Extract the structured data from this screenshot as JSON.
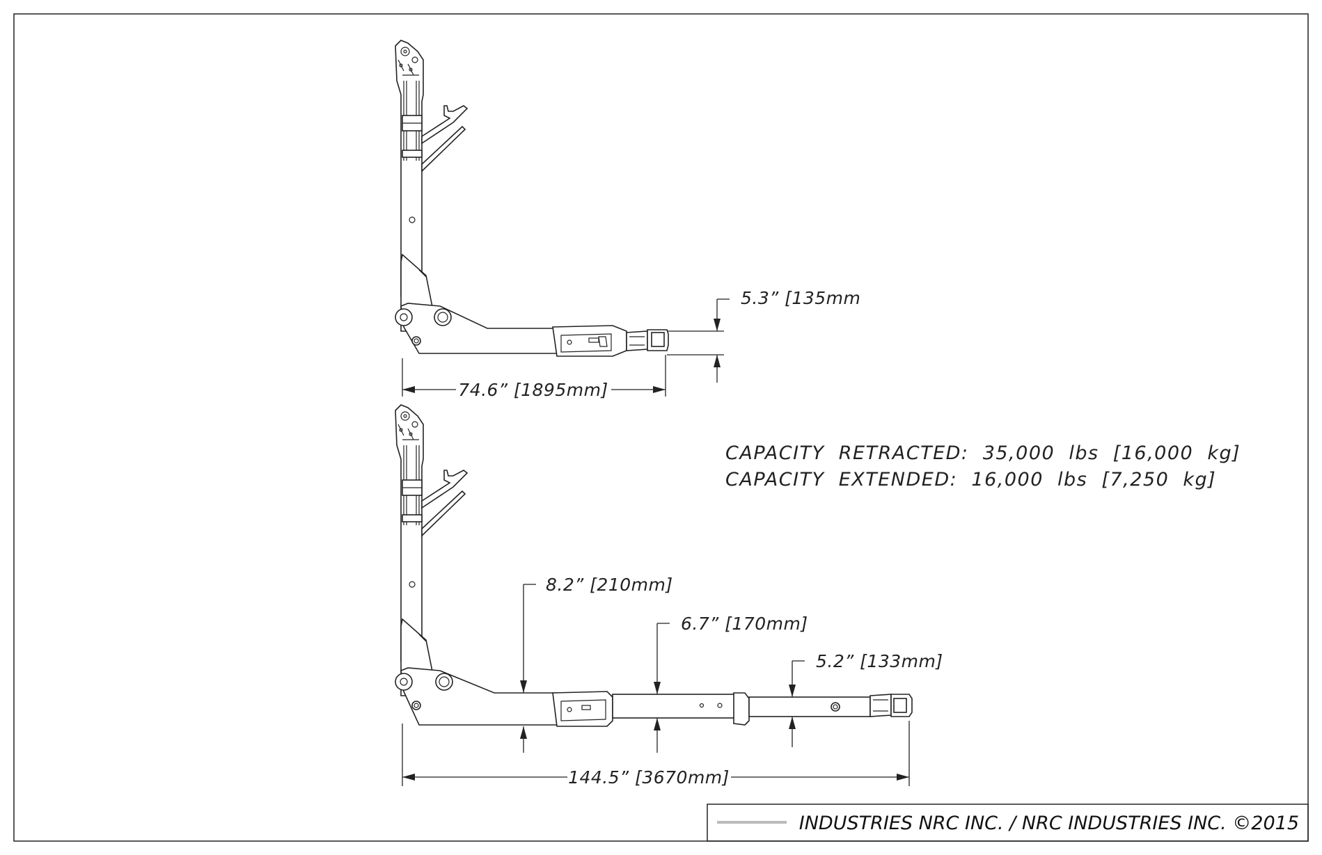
{
  "drawing": {
    "upper_view": {
      "length_label": "74.6” [1895mm]",
      "height_label": "5.3” [135mm"
    },
    "lower_view": {
      "length_label": "144.5” [3670mm]",
      "height_labels": [
        "8.2” [210mm]",
        "6.7” [170mm]",
        "5.2” [133mm]"
      ]
    },
    "capacity": {
      "retracted": "CAPACITY  RETRACTED:  35,000  lbs  [16,000  kg]",
      "extended": "CAPACITY  EXTENDED:  16,000  lbs  [7,250  kg]"
    }
  },
  "title_block": {
    "company": "INDUSTRIES NRC INC. / NRC INDUSTRIES INC. ©2015"
  }
}
